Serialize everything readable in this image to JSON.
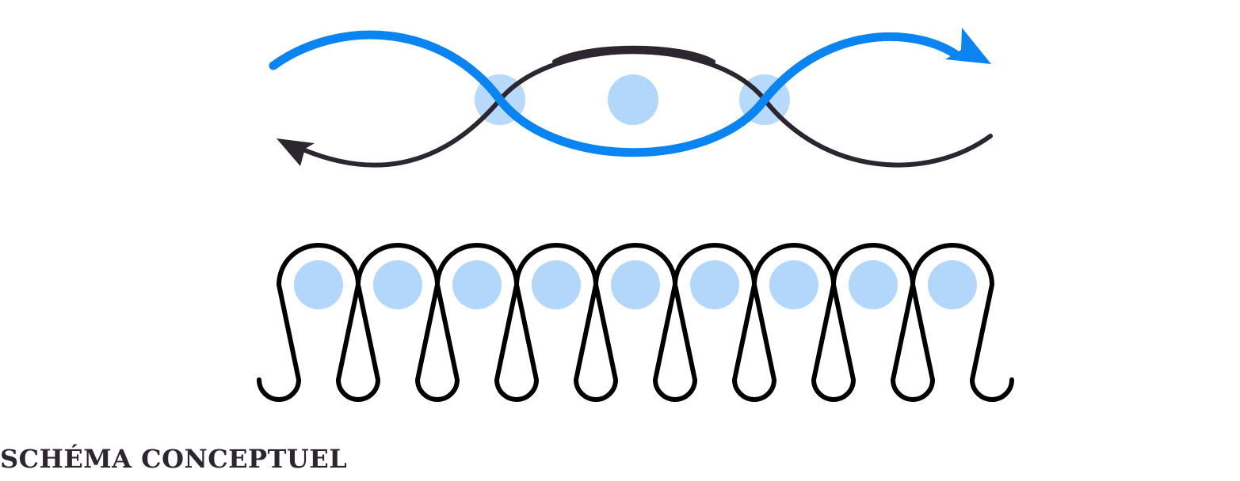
{
  "caption": "SCHÉMA CONCEPTUEL",
  "colors": {
    "background": "#ffffff",
    "blue_strand": "#0a84f0",
    "dark_strand": "#2b2630",
    "dot_fill": "#b3d7fb",
    "loop_stroke": "#000000",
    "caption_text": "#2b2630"
  },
  "top_diagram": {
    "strands": [
      "blue-arrow-strand",
      "dark-arrow-strand"
    ],
    "crossing_dot_count": 3
  },
  "bottom_diagram": {
    "loop_count": 9,
    "dot_count": 9
  }
}
